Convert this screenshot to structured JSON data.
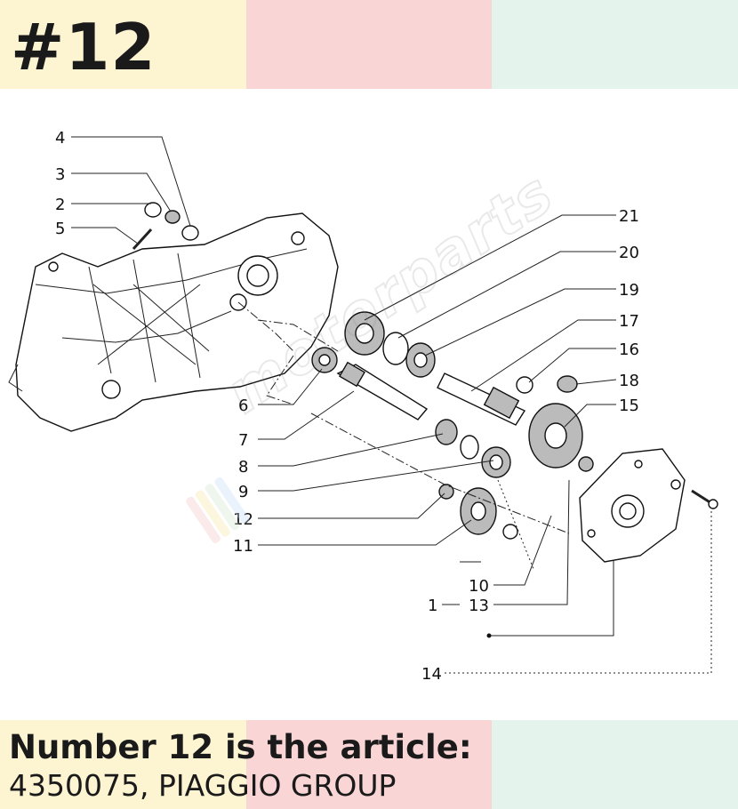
{
  "title": "#12",
  "caption": {
    "line1": "Number 12 is the article:",
    "line2": "4350075, PIAGGIO GROUP"
  },
  "watermark": {
    "text": "motorparts",
    "stripe_colors": [
      "#f5c6c6",
      "#f5e6a0",
      "#cfe8cf",
      "#c6ddf5"
    ]
  },
  "callouts": [
    "4",
    "3",
    "2",
    "5",
    "21",
    "20",
    "19",
    "17",
    "16",
    "18",
    "15",
    "6",
    "7",
    "8",
    "9",
    "12",
    "11",
    "10",
    "13",
    "1",
    "14"
  ],
  "colors": {
    "band_yellow": "#fdf4d2",
    "band_pink": "#f9d6d5",
    "band_green": "#e4f3ec",
    "text": "#1a1a1a"
  }
}
